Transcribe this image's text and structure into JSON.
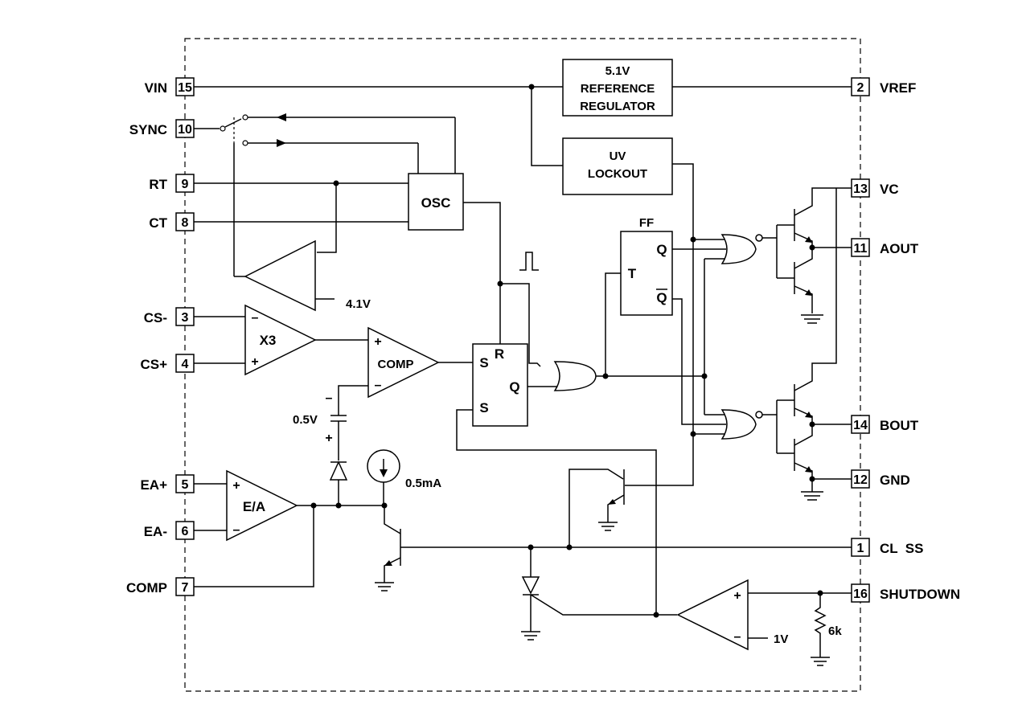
{
  "pins": {
    "vin": {
      "num": "15",
      "name": "VIN"
    },
    "sync": {
      "num": "10",
      "name": "SYNC"
    },
    "rt": {
      "num": "9",
      "name": "RT"
    },
    "ct": {
      "num": "8",
      "name": "CT"
    },
    "csm": {
      "num": "3",
      "name": "CS-"
    },
    "csp": {
      "num": "4",
      "name": "CS+"
    },
    "eap": {
      "num": "5",
      "name": "EA+"
    },
    "eam": {
      "num": "6",
      "name": "EA-"
    },
    "comp": {
      "num": "7",
      "name": "COMP"
    },
    "vref": {
      "num": "2",
      "name": "VREF"
    },
    "vc": {
      "num": "13",
      "name": "VC"
    },
    "aout": {
      "num": "11",
      "name": "AOUT"
    },
    "bout": {
      "num": "14",
      "name": "BOUT"
    },
    "gnd": {
      "num": "12",
      "name": "GND"
    },
    "clss": {
      "num": "1",
      "name": "CL  SS"
    },
    "shutdown": {
      "num": "16",
      "name": "SHUTDOWN"
    }
  },
  "blocks": {
    "ref_line1": "5.1V",
    "ref_line2": "REFERENCE",
    "ref_line3": "REGULATOR",
    "uv_line1": "UV",
    "uv_line2": "LOCKOUT",
    "osc": "OSC",
    "ff": "FF",
    "ff_t": "T",
    "ff_q": "Q",
    "ff_qbar": "Q",
    "x3": "X3",
    "comp": "COMP",
    "ea": "E/A",
    "latch_s1": "S",
    "latch_r": "R",
    "latch_q": "Q",
    "latch_s2": "S"
  },
  "labels": {
    "v41": "4.1V",
    "v05": "0.5V",
    "i05": "0.5mA",
    "v1": "1V",
    "r6k": "6k",
    "plus": "+",
    "minus": "–"
  }
}
